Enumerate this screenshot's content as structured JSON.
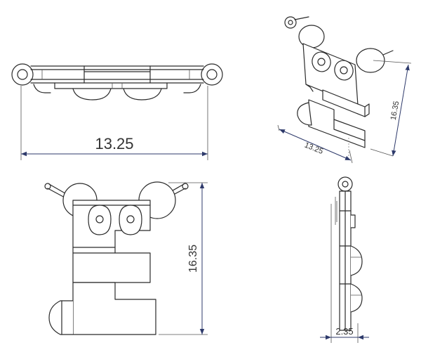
{
  "dimensions": {
    "top_width": "13.25",
    "iso_width": "13.25",
    "iso_height": "16.35",
    "front_height": "16.35",
    "side_thickness": "2.35"
  },
  "colors": {
    "line": "#2a2a2a",
    "dimension": "#2e3a6b",
    "text": "#333333"
  }
}
